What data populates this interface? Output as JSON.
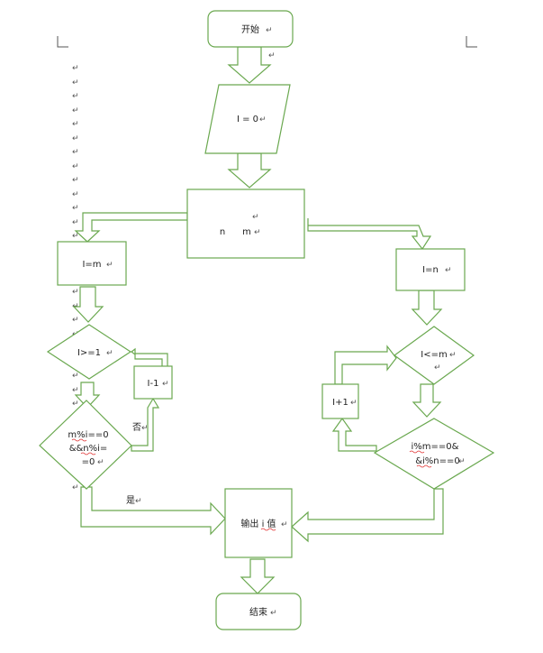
{
  "diagram": {
    "start": "开始",
    "input": "I = 0",
    "process": {
      "left": "n",
      "right": "m"
    },
    "left_branch": {
      "assign": "I=m",
      "condition": "I>=1",
      "decrement": "I-1",
      "check_lines": [
        "m%i==0",
        "&&n%i=",
        "=0"
      ],
      "no_label": "否",
      "yes_label": "是"
    },
    "right_branch": {
      "assign": "I=n",
      "condition": "I<=m",
      "increment": "I+1",
      "check_lines": [
        "i%m==0&",
        "&i%n==0"
      ]
    },
    "output": "输出 i 值",
    "end": "结束",
    "paragraph_mark": "↵",
    "colors": {
      "stroke": "#6aa84f",
      "text": "#222222",
      "mark": "#555555"
    }
  }
}
